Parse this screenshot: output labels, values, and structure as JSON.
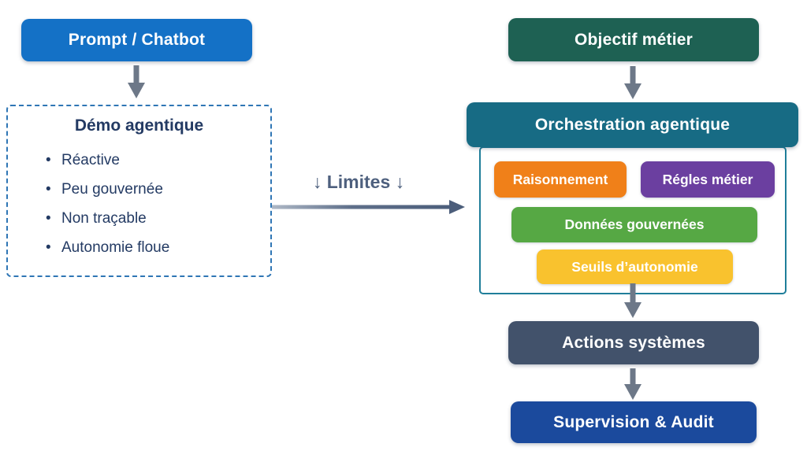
{
  "diagram": {
    "left_flow": {
      "prompt_box": {
        "label": "Prompt / Chatbot"
      },
      "demo_box": {
        "title": "Démo agentique",
        "bullets": [
          "Réactive",
          "Peu gouvernée",
          "Non traçable",
          "Autonomie floue"
        ]
      }
    },
    "transition": {
      "label": "↓ Limites ↓"
    },
    "right_flow": {
      "objective_box": {
        "label": "Objectif métier"
      },
      "orchestration": {
        "title": "Orchestration agentique",
        "chips": [
          {
            "label": "Raisonnement",
            "color": "#f08019"
          },
          {
            "label": "Régles métier",
            "color": "#6b3fa0"
          },
          {
            "label": "Données gouvernées",
            "color": "#56a844"
          },
          {
            "label": "Seuils d’autonomie",
            "color": "#f9c22e"
          }
        ]
      },
      "actions_box": {
        "label": "Actions systèmes"
      },
      "supervision_box": {
        "label": "Supervision & Audit"
      }
    },
    "colors": {
      "prompt_blue": "#1471c6",
      "objective_green": "#1e6153",
      "orchestration_teal": "#176b84",
      "actions_slate": "#42526b",
      "supervision_blue": "#1b4a9d",
      "dashed_border_blue": "#2f76b5",
      "container_border_teal": "#1f7e9a",
      "arrow_gray": "#6d7888",
      "text_navy": "#233a63"
    }
  }
}
